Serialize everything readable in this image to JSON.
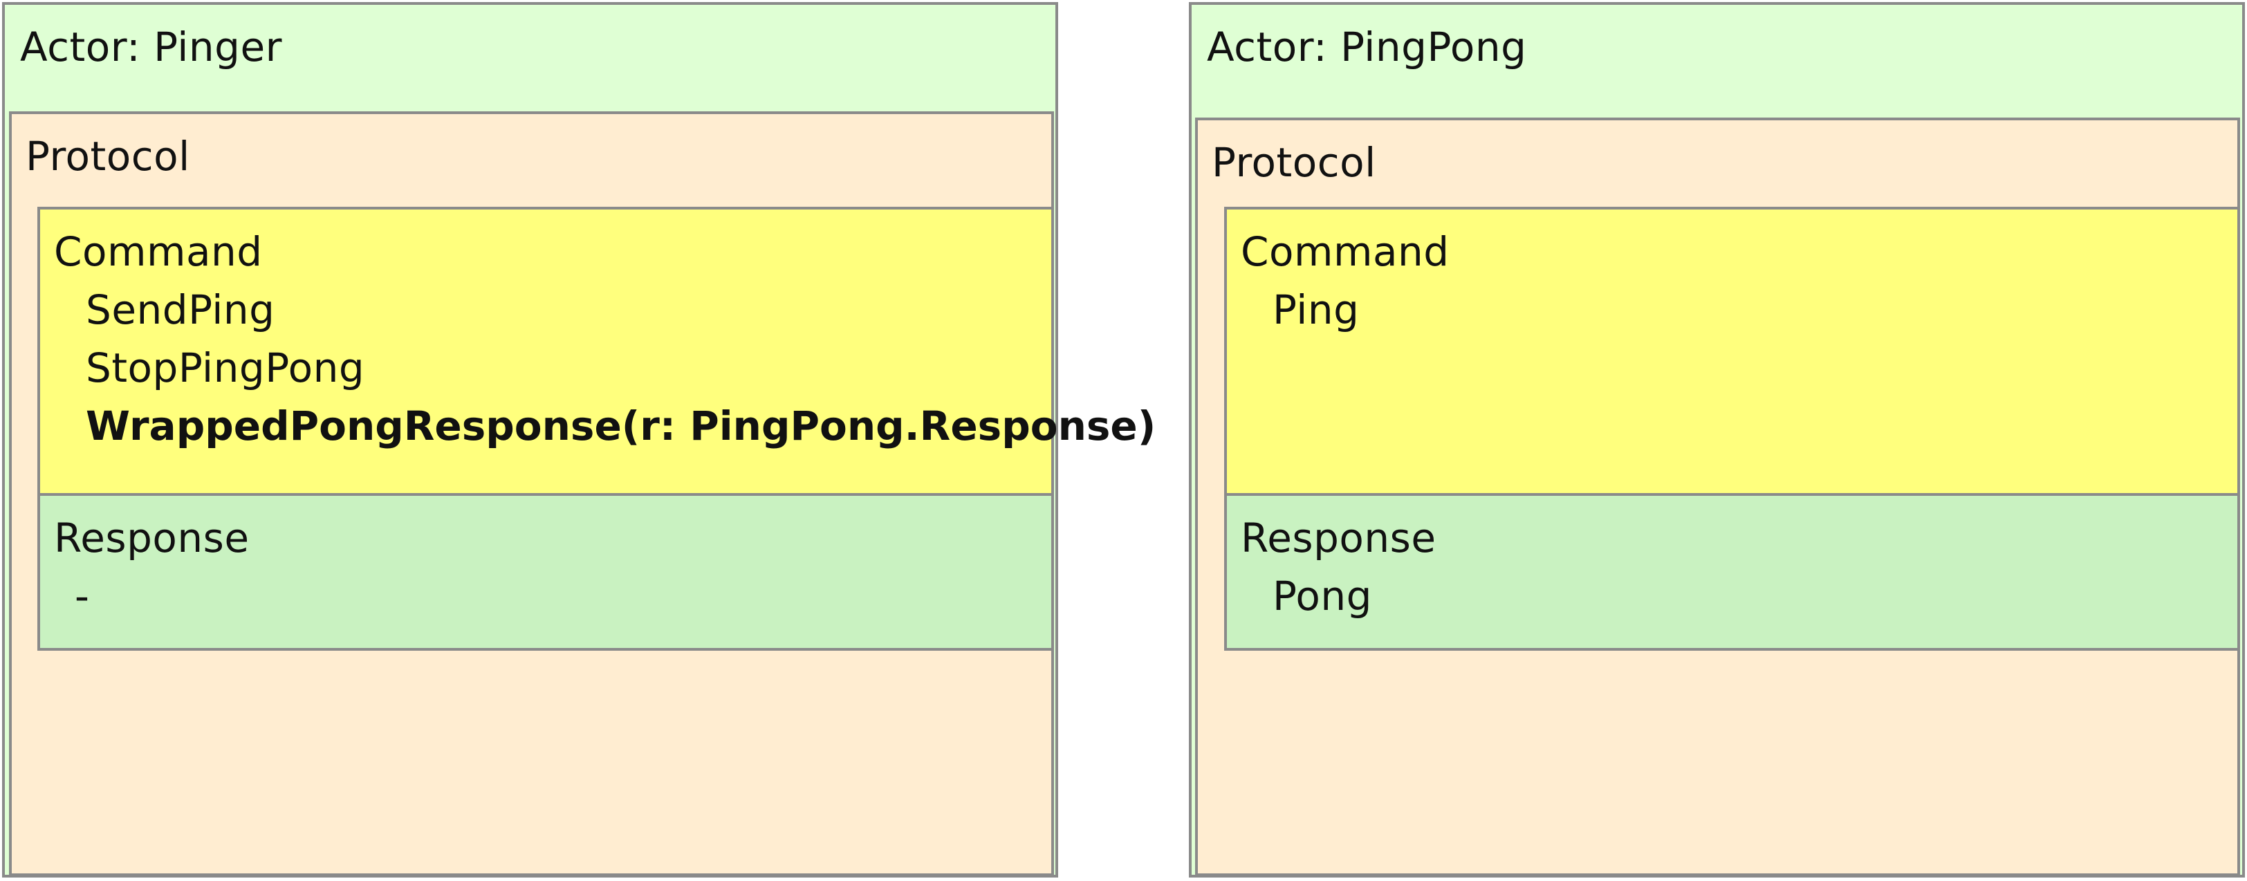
{
  "actors": [
    {
      "title": "Actor: Pinger",
      "protocol_label": "Protocol",
      "command": {
        "label": "Command",
        "items": [
          "SendPing",
          "StopPingPong",
          "WrappedPongResponse(r: PingPong.Response)"
        ]
      },
      "response": {
        "label": "Response",
        "items": [
          "-"
        ]
      }
    },
    {
      "title": "Actor: PingPong",
      "protocol_label": "Protocol",
      "command": {
        "label": "Command",
        "items": [
          "Ping"
        ]
      },
      "response": {
        "label": "Response",
        "items": [
          "Pong"
        ]
      }
    }
  ],
  "colors": {
    "actor": "#dfffd4",
    "protocol": "#ffedd1",
    "command": "#ffff7d",
    "response": "#c9f2c1",
    "border": "#8a8a8a"
  }
}
